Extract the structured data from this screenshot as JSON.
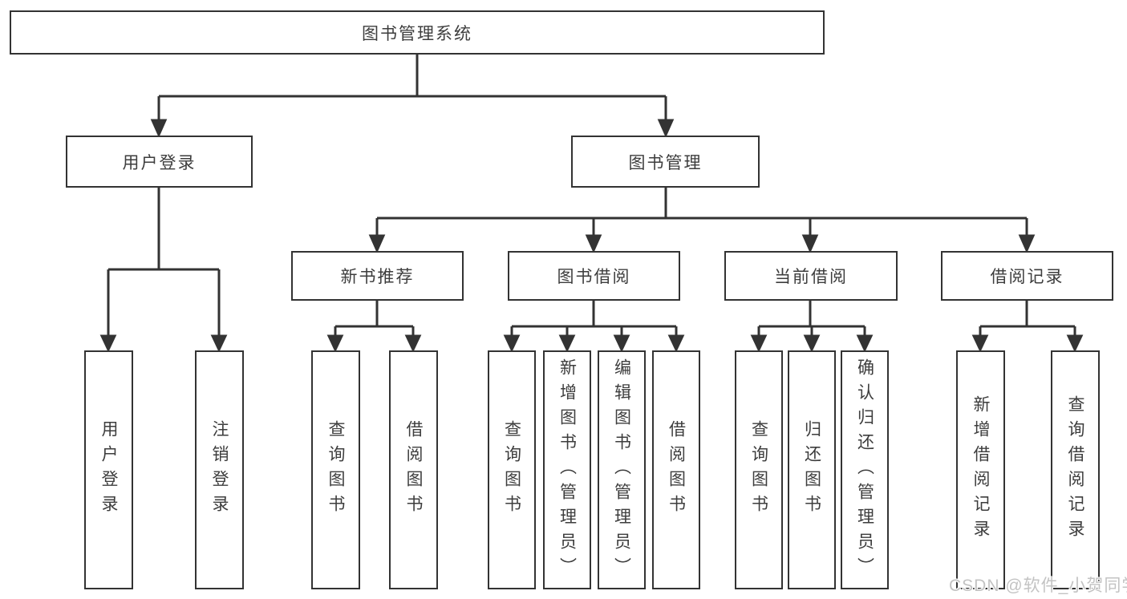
{
  "colors": {
    "line": "#333333",
    "box_border": "#333333",
    "text": "#3d3d3d",
    "background": "#ffffff",
    "watermark": "#c3c3c3"
  },
  "tree": {
    "root": {
      "label": "图书管理系统"
    },
    "branches": [
      {
        "label": "用户登录",
        "leaves": [
          {
            "label": "用户登录"
          },
          {
            "label": "注销登录"
          }
        ]
      },
      {
        "label": "图书管理",
        "groups": [
          {
            "label": "新书推荐",
            "leaves": [
              {
                "label": "查询图书"
              },
              {
                "label": "借阅图书"
              }
            ]
          },
          {
            "label": "图书借阅",
            "leaves": [
              {
                "label": "查询图书"
              },
              {
                "label": "新增图书（管理员）"
              },
              {
                "label": "编辑图书（管理员）"
              },
              {
                "label": "借阅图书"
              }
            ]
          },
          {
            "label": "当前借阅",
            "leaves": [
              {
                "label": "查询图书"
              },
              {
                "label": "归还图书"
              },
              {
                "label": "确认归还（管理员）"
              }
            ]
          },
          {
            "label": "借阅记录",
            "leaves": [
              {
                "label": "新增借阅记录"
              },
              {
                "label": "查询借阅记录"
              }
            ]
          }
        ]
      }
    ]
  },
  "watermark": {
    "text": "CSDN @软件_小贺同学"
  }
}
